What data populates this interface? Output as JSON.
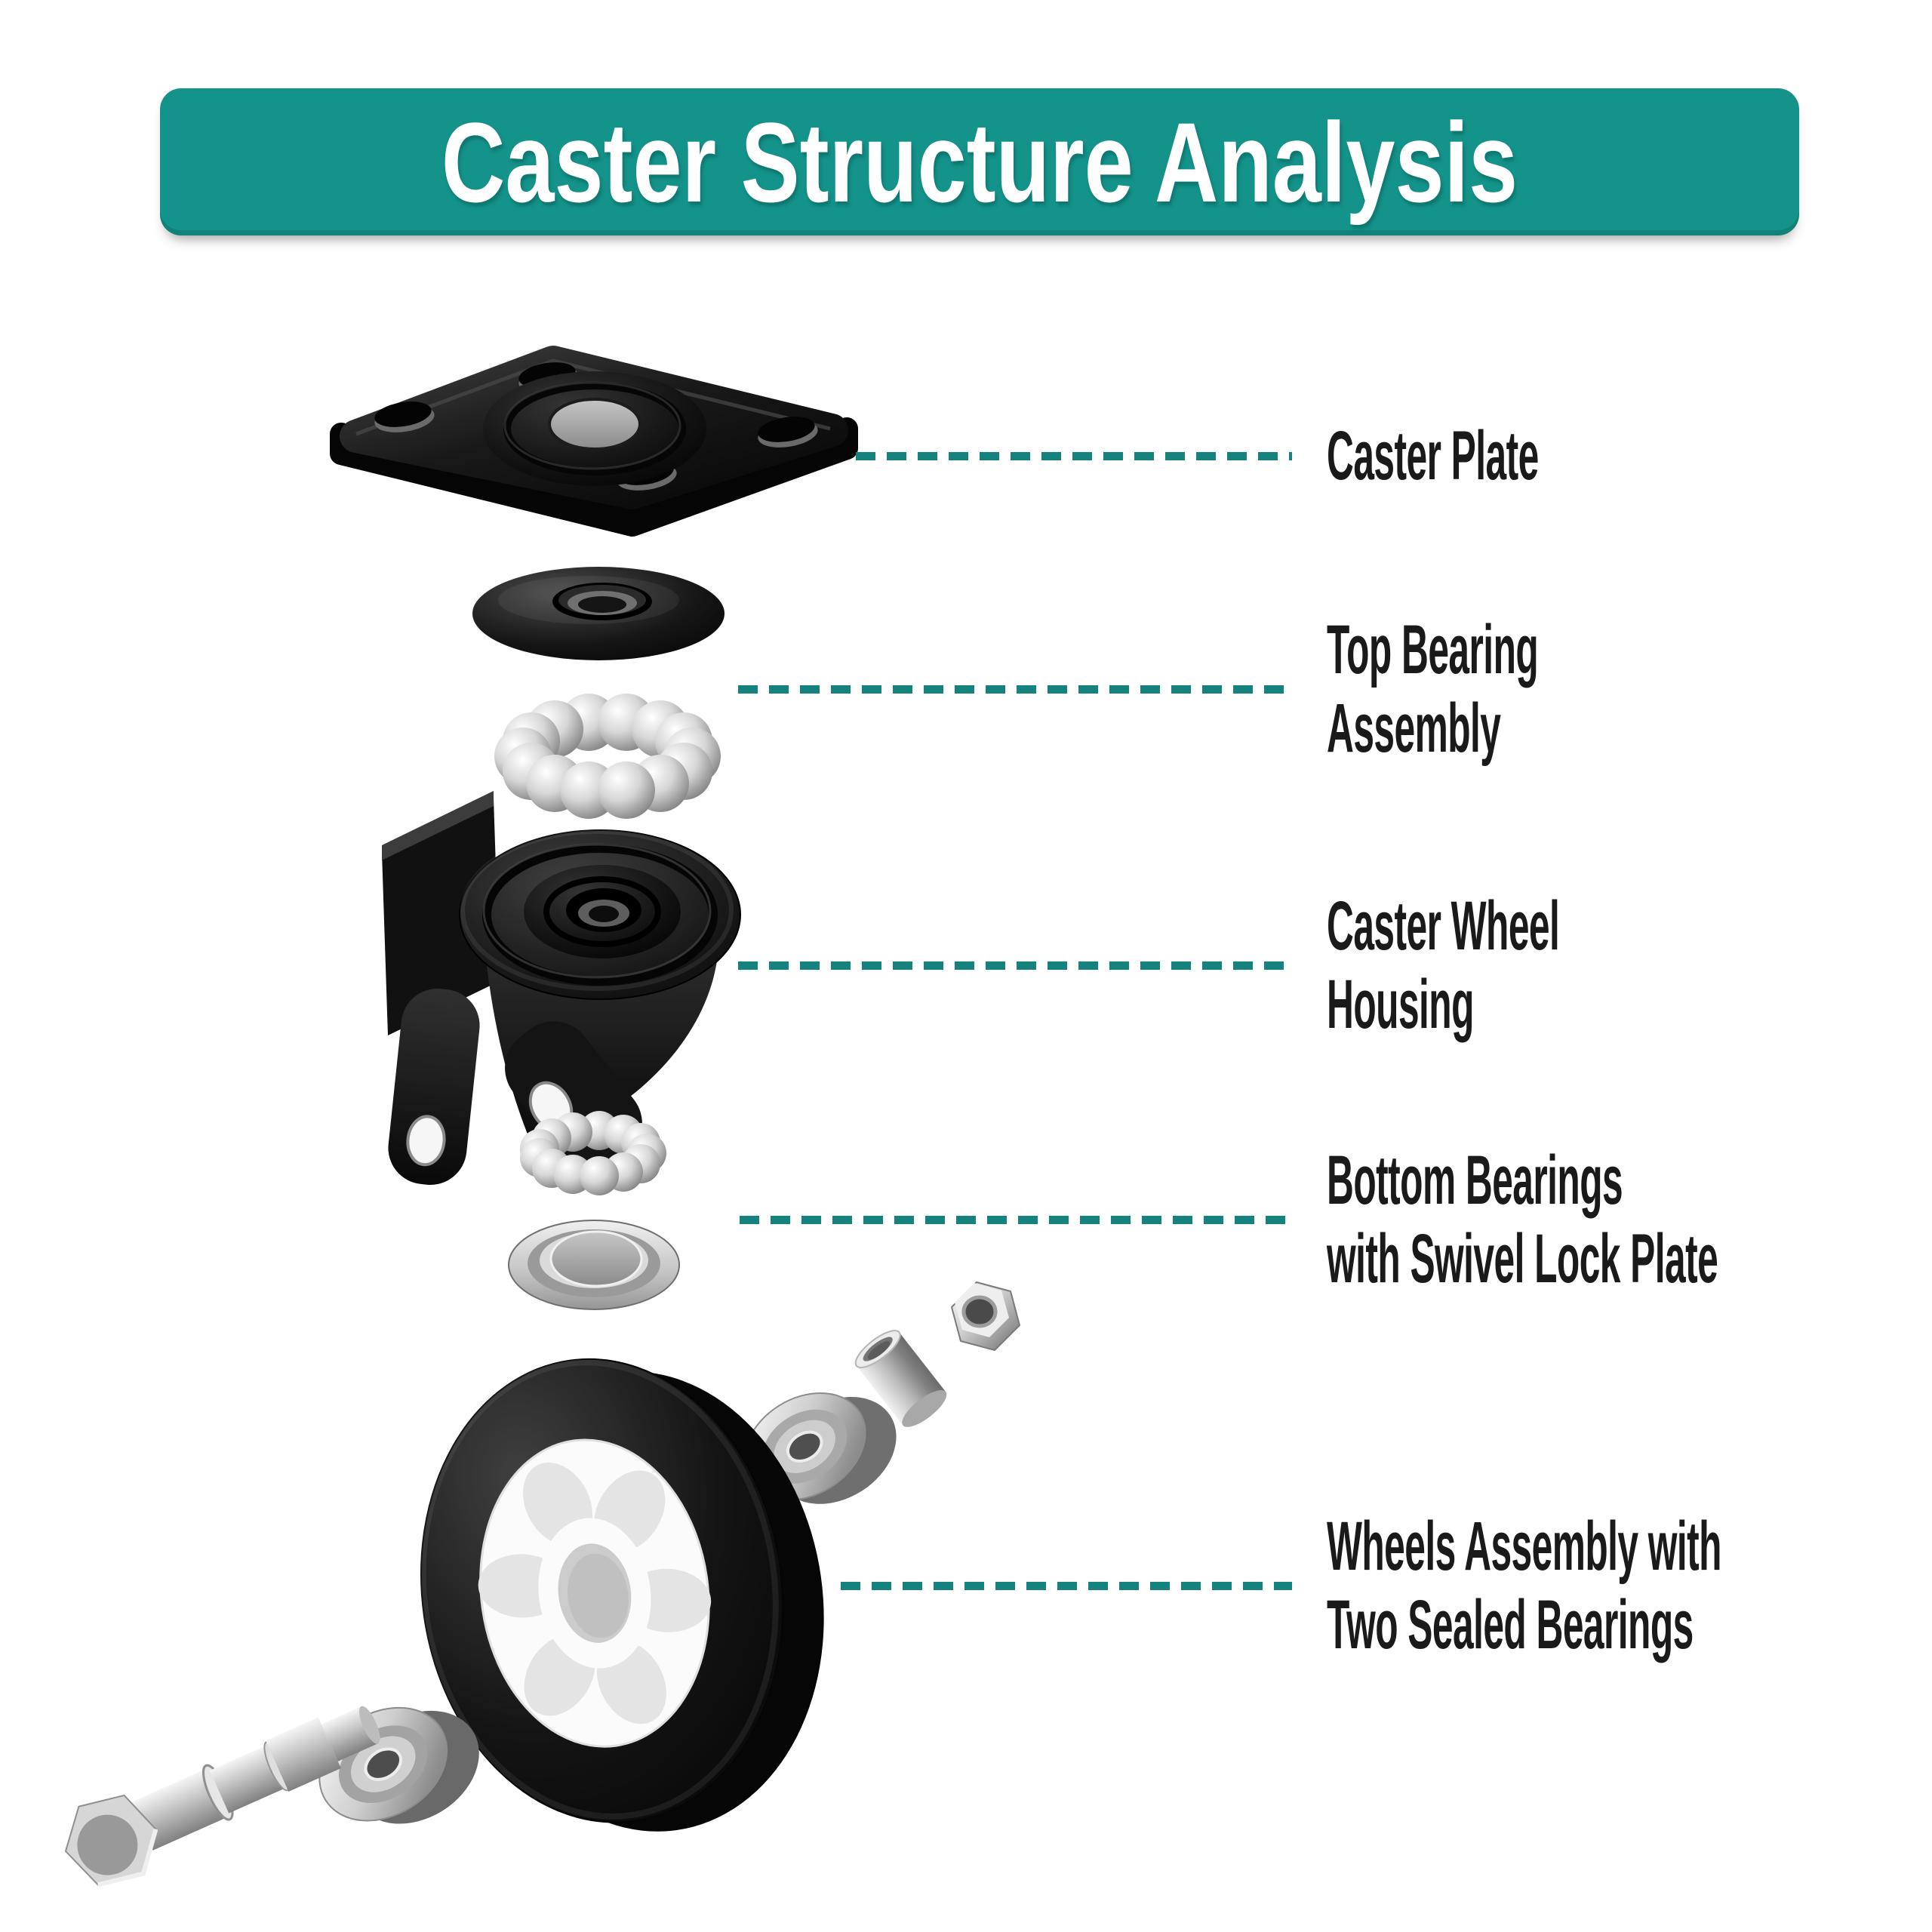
{
  "title": "Caster Structure Analysis",
  "colors": {
    "banner_teal": "#14938A",
    "leader_dash_teal": "#15827E",
    "label_text": "#1A1A1A",
    "background": "#FFFFFF"
  },
  "labels": [
    {
      "id": "caster-plate",
      "lines": [
        "Caster Plate"
      ]
    },
    {
      "id": "top-bearing-assembly",
      "lines": [
        "Top Bearing",
        "Assembly"
      ]
    },
    {
      "id": "caster-wheel-housing",
      "lines": [
        "Caster Wheel",
        "Housing"
      ]
    },
    {
      "id": "bottom-bearings",
      "lines": [
        "Bottom Bearings",
        "with Swivel Lock Plate"
      ]
    },
    {
      "id": "wheels-assembly",
      "lines": [
        "Wheels Assembly with",
        "Two Sealed Bearings"
      ]
    }
  ],
  "parts": [
    "caster-plate-illustration",
    "top-bearing-torus-illustration",
    "ball-bearing-ring-illustration",
    "caster-wheel-housing-illustration",
    "bottom-ball-bearing-ring-illustration",
    "swivel-lock-plate-illustration",
    "hex-nut-illustration",
    "axle-bushing-illustration",
    "sealed-bearing-right-illustration",
    "wheel-illustration",
    "sealed-bearing-left-illustration",
    "axle-bolt-illustration"
  ]
}
